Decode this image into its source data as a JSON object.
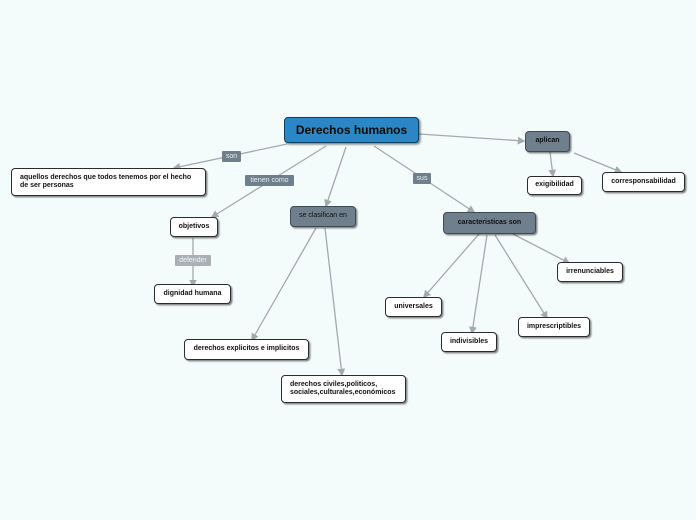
{
  "root": {
    "text": "Derechos humanos"
  },
  "nodes": {
    "definicion": "aquellos derechos que todos tenemos por el hecho de ser personas",
    "objetivos": "objetivos",
    "dignidad": "dignidad humana",
    "se_clasifican": "se clasifican en",
    "explicitos": "derechos explicitos e implicitos",
    "civiles": "derechos civiles,politicos, sociales,culturales,económicos",
    "caracteristicas": "caracteristicas son",
    "universales": "universales",
    "indivisibles": "indivisibles",
    "imprescriptibles": "imprescriptibles",
    "irrenunciables": "irrenunciables",
    "aplican": "aplican",
    "exigibilidad": "exigibilidad",
    "corresponsabilidad": "corresponsabilidad"
  },
  "edge_labels": {
    "son": "son",
    "tienen_como": "tienen como",
    "defender": "defender",
    "sus": "sus"
  },
  "colors": {
    "background": "#f3fcfb",
    "root": "#2b86c5",
    "category": "#6f7f8c",
    "node": "#ffffff",
    "connector": "#a3a9ad"
  }
}
